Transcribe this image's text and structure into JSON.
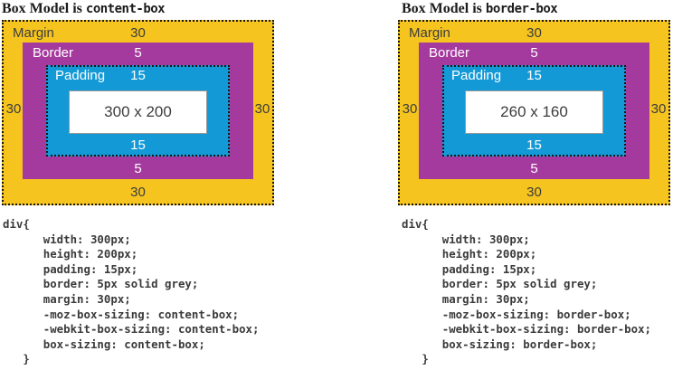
{
  "colors": {
    "margin_fill": "#F5C41F",
    "border_fill": "#A53A9E",
    "padding_fill": "#1399D6",
    "content_fill": "#FFFFFF"
  },
  "panels": [
    {
      "title_prefix": "Box Model is",
      "title_mode": "content-box",
      "diagram": {
        "margin_label": "Margin",
        "margin_value": "30",
        "border_label": "Border",
        "border_value": "5",
        "padding_label": "Padding",
        "padding_value": "15",
        "content_size": "300 x 200"
      },
      "code": "div{\n      width: 300px;\n      height: 200px;\n      padding: 15px;\n      border: 5px solid grey;\n      margin: 30px;\n      -moz-box-sizing: content-box;\n      -webkit-box-sizing: content-box;\n      box-sizing: content-box;\n   }"
    },
    {
      "title_prefix": "Box Model is",
      "title_mode": "border-box",
      "diagram": {
        "margin_label": "Margin",
        "margin_value": "30",
        "border_label": "Border",
        "border_value": "5",
        "padding_label": "Padding",
        "padding_value": "15",
        "content_size": "260 x 160"
      },
      "code": "div{\n      width: 300px;\n      height: 200px;\n      padding: 15px;\n      border: 5px solid grey;\n      margin: 30px;\n      -moz-box-sizing: border-box;\n      -webkit-box-sizing: border-box;\n      box-sizing: border-box;\n   }"
    }
  ]
}
